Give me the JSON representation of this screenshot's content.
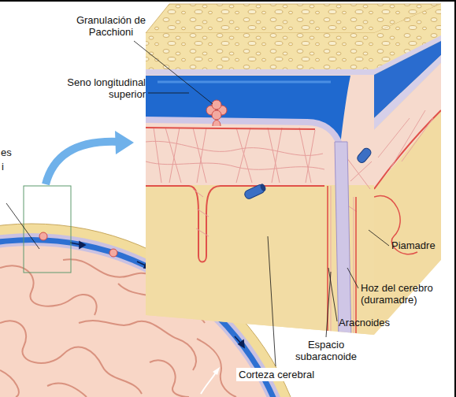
{
  "diagram": {
    "labels": [
      "Granulación de Pacchioni",
      "Seno longitudinal superior",
      "es",
      "i",
      "Piamadre",
      "Hoz del cerebro (duramadre)",
      "Aracnoides",
      "Espacio subaracnoide",
      "Corteza cerebral"
    ]
  }
}
